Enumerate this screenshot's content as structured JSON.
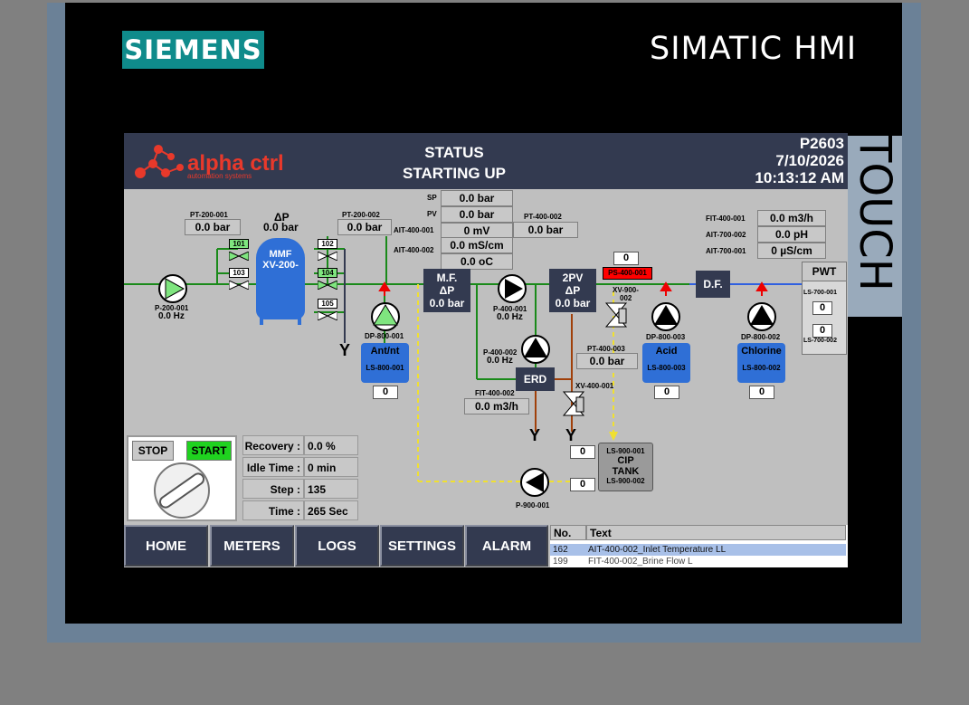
{
  "device": {
    "brand": "SIEMENS",
    "model": "SIMATIC HMI",
    "side_label": "TOUCH"
  },
  "header": {
    "logo_text": "alpha ctrl",
    "logo_sub": "automation systems",
    "status_label": "STATUS",
    "status_value": "STARTING UP",
    "plant_id": "P2603",
    "date": "7/10/2026",
    "time": "10:13:12 AM"
  },
  "process": {
    "pt200_001": {
      "label": "PT-200-001",
      "value": "0.0 bar"
    },
    "dp_mmf": {
      "label": "ΔP",
      "value": "0.0 bar"
    },
    "pt200_002": {
      "label": "PT-200-002",
      "value": "0.0 bar"
    },
    "sp": {
      "label": "SP",
      "value": "0.0 bar"
    },
    "pv": {
      "label": "PV",
      "value": "0.0 bar"
    },
    "ait400_001": {
      "label": "AIT-400-001",
      "value": "0 mV"
    },
    "ait400_002": {
      "label": "AIT-400-002",
      "value1": "0.0 mS/cm",
      "value2": "0.0 oC"
    },
    "pt400_002": {
      "label": "PT-400-002",
      "value": "0.0 bar"
    },
    "fit400_001": {
      "label": "FIT-400-001",
      "value": "0.0 m3/h"
    },
    "ait700_002": {
      "label": "AIT-700-002",
      "value": "0.0 pH"
    },
    "ait700_001": {
      "label": "AIT-700-001",
      "value": "0 µS/cm"
    },
    "mmf": {
      "line1": "MMF",
      "line2": "XV-200-"
    },
    "valves": [
      "101",
      "102",
      "103",
      "104",
      "105"
    ],
    "p200_001": {
      "label": "P-200-001",
      "value": "0.0 Hz"
    },
    "mf_dp": {
      "l1": "M.F.",
      "l2": "ΔP",
      "l3": "0.0 bar"
    },
    "p400_001": {
      "label": "P-400-001",
      "value": "0.0 Hz"
    },
    "pv2_dp": {
      "l1": "2PV",
      "l2": "ΔP",
      "l3": "0.0 bar"
    },
    "ps400_001": {
      "label": "PS-400-001",
      "value": "0"
    },
    "xv900_002": {
      "label1": "XV-900-",
      "label2": "002"
    },
    "df": "D.F.",
    "pwt": "PWT",
    "ls700_001": {
      "label": "LS-700-001",
      "value": "0"
    },
    "ls700_002": {
      "label": "LS-700-002",
      "value": "0"
    },
    "dp800_001": {
      "label": "DP-800-001"
    },
    "antint_tank": {
      "name": "Ant/nt",
      "ls": "LS-800-001",
      "value": "0"
    },
    "p400_002": {
      "label": "P-400-002",
      "value": "0.0 Hz"
    },
    "erd": "ERD",
    "pt400_003": {
      "label": "PT-400-003",
      "value": "0.0 bar"
    },
    "fit400_002": {
      "label": "FIT-400-002",
      "value": "0.0 m3/h"
    },
    "xv400_001": {
      "label": "XV-400-001"
    },
    "dp800_003": {
      "label": "DP-800-003"
    },
    "acid_tank": {
      "name": "Acid",
      "ls": "LS-800-003",
      "value": "0"
    },
    "dp800_002": {
      "label": "DP-800-002"
    },
    "chlorine_tank": {
      "name": "Chlorine",
      "ls": "LS-800-002",
      "value": "0"
    },
    "cip_tank": {
      "ls1": "LS-900-001",
      "name1": "CIP",
      "name2": "TANK",
      "ls2": "LS-900-002",
      "v1": "0",
      "v2": "0"
    },
    "p900_001": {
      "label": "P-900-001"
    }
  },
  "control": {
    "stop": "STOP",
    "start": "START",
    "recovery": {
      "label": "Recovery :",
      "value": "0.0 %"
    },
    "idle": {
      "label": "Idle Time :",
      "value": "0 min"
    },
    "step": {
      "label": "Step :",
      "value": "135"
    },
    "time": {
      "label": "Time :",
      "value": "265 Sec"
    }
  },
  "nav": [
    "HOME",
    "METERS",
    "LOGS",
    "SETTINGS",
    "ALARM"
  ],
  "alarms": {
    "col_no": "No.",
    "col_text": "Text",
    "rows": [
      {
        "no": "162",
        "text": "AIT-400-002_Inlet Temperature LL"
      },
      {
        "no": "199",
        "text": "FIT-400-002_Brine Flow L"
      }
    ]
  },
  "colors": {
    "accent": "#0f8b8b",
    "panel": "#333a50",
    "screen_bg": "#bfbfbf",
    "alarm_select": "#a8c0e8",
    "pipe_green": "#1a8a1a",
    "pipe_blue": "#3060e0",
    "pipe_brown": "#a0400a",
    "pipe_yellow": "#f0e030"
  }
}
